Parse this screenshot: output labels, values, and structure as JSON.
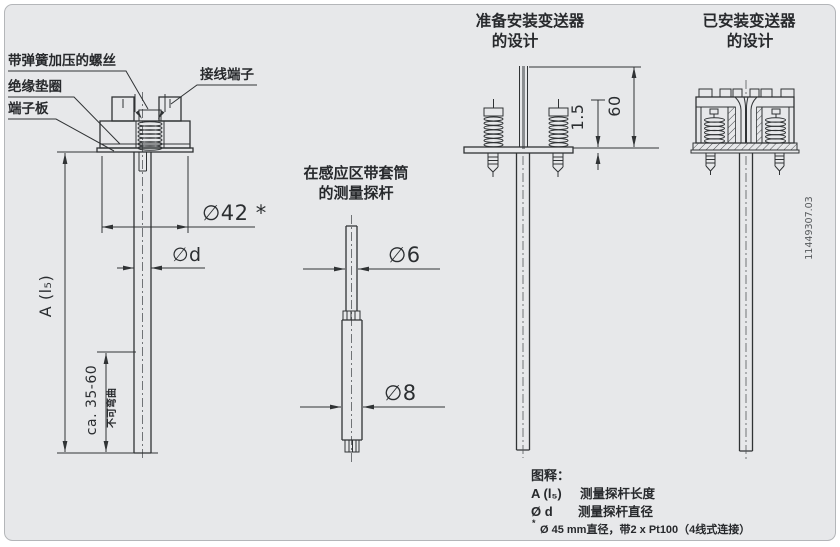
{
  "colors": {
    "background": "#e7e8ea",
    "border": "#b4b6b9",
    "line": "#303335",
    "wire_gray": "#8b8e91"
  },
  "fig1": {
    "labels": {
      "spring_screw": "带弹簧加压的螺丝",
      "insulating_washer": "绝缘垫圈",
      "terminal_board": "端子板",
      "connection_terminal": "接线端子"
    },
    "dims": {
      "d42": "∅42 *",
      "dd": "∅d",
      "length": "A (l₅)",
      "bend_zone": "ca. 35-60",
      "no_bend": "不可弯曲"
    }
  },
  "fig2": {
    "title1": "在感应区带套筒",
    "title2": "的测量探杆",
    "dims": {
      "d6": "∅6",
      "d8": "∅8"
    }
  },
  "fig3": {
    "title1": "准备安装变送器",
    "title2": "的设计",
    "dims": {
      "plate": "1.5",
      "height": "60"
    }
  },
  "fig4": {
    "title1": "已安装变送器",
    "title2": "的设计"
  },
  "legend": {
    "heading": "图释：",
    "rows": [
      {
        "symbol": "A (l₅)",
        "label": "测量探杆长度"
      },
      {
        "symbol": "Ø d",
        "label": "测量探杆直径"
      }
    ],
    "footnote_marker": "*",
    "footnote": "Ø 45 mm直径，带2 x Pt100（4线式连接）"
  },
  "doc_number": "11449307.03"
}
